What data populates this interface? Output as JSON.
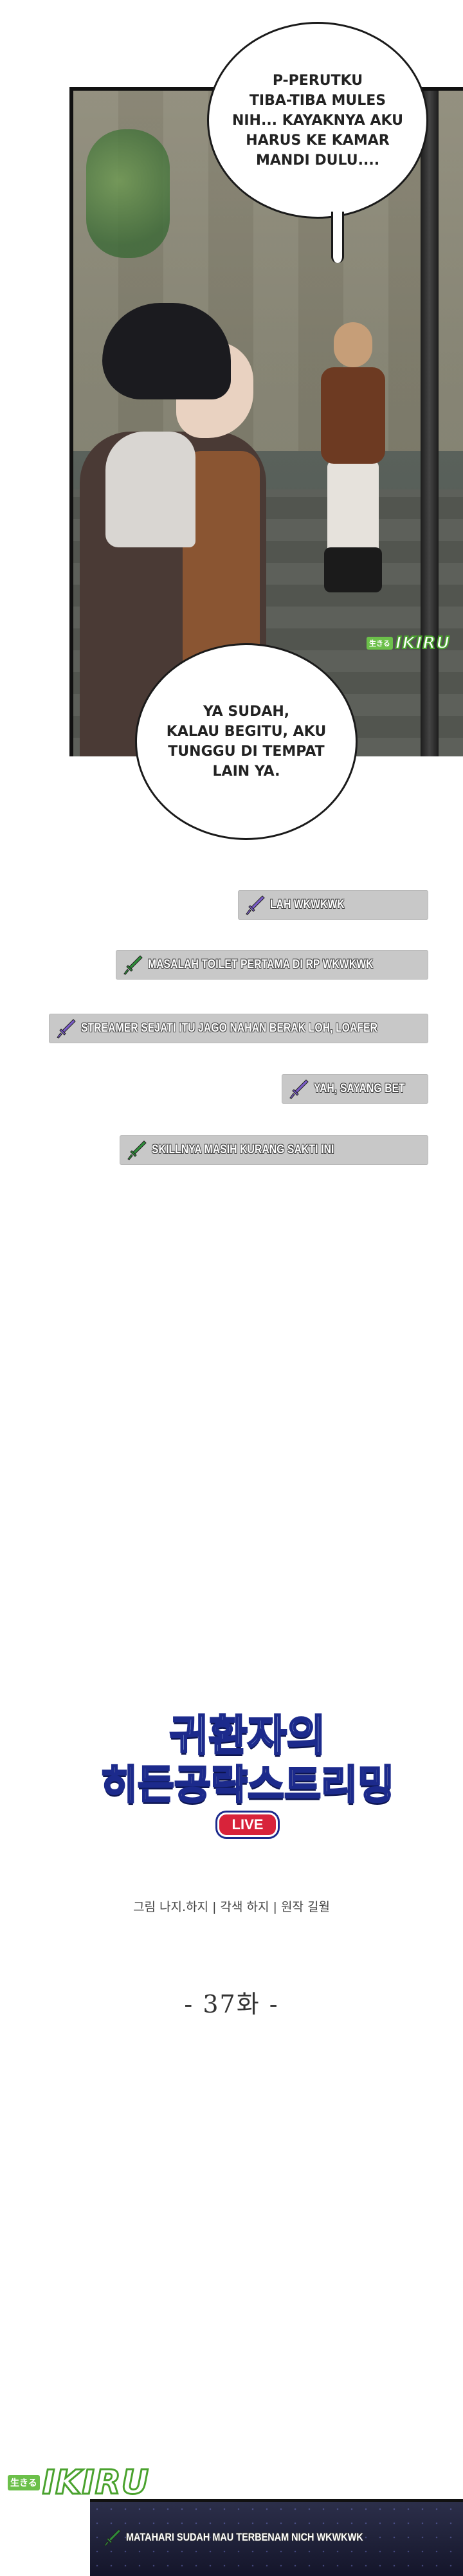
{
  "panel_1": {
    "bubble_top": "P-PERUTKU\nTIBA-TIBA MULES\nNIH... KAYAKNYA AKU\nHARUS KE KAMAR\nMANDI DULU....",
    "bubble_bottom": "YA SUDAH,\nKALAU BEGITU, AKU\nTUNGGU DI TEMPAT\nLAIN YA.",
    "watermark": {
      "tag": "生きる",
      "word": "IKIRU"
    }
  },
  "chat": [
    {
      "text": "LAH WKWKWK",
      "sword_color": "#7a5cc8"
    },
    {
      "text": "MASALAH TOILET PERTAMA DI RP WKWKWK",
      "sword_color": "#2f8f3a"
    },
    {
      "text": "STREAMER SEJATI ITU JAGO NAHAN BERAK LOH, LOAFER",
      "sword_color": "#7a5cc8"
    },
    {
      "text": "YAH, SAYANG BET",
      "sword_color": "#7a5cc8"
    },
    {
      "text": "SKILLNYA MASIH KURANG SAKTI INI",
      "sword_color": "#2f8f3a"
    }
  ],
  "title": {
    "line1": "귀환자의",
    "line2": "히든공략스트리밍",
    "live": "LIVE",
    "credits": "그림 나지.하지 | 각색 하지 | 원작 길월",
    "chapter": "- 37화 -"
  },
  "footer": {
    "watermark": {
      "tag": "生きる",
      "word": "IKIRU"
    },
    "chat_text": "MATAHARI SUDAH MAU TERBENAM NICH WKWKWK",
    "sword_color": "#2f8f3a"
  }
}
